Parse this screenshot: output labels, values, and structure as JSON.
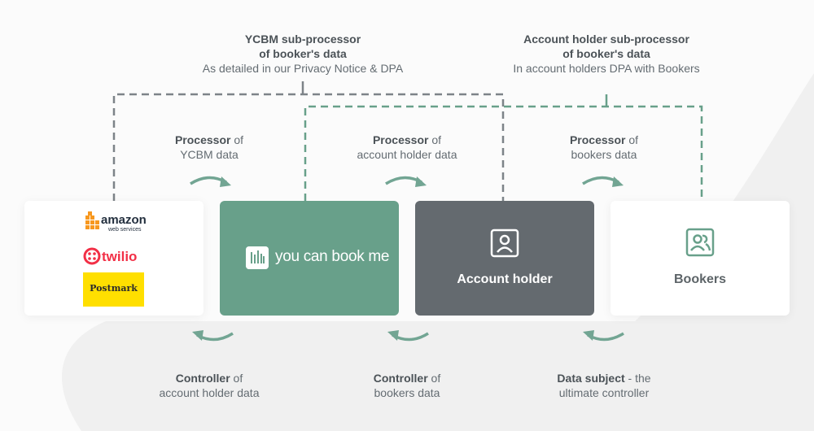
{
  "top_labels": {
    "ycbm_subprocessor": {
      "title_line1": "YCBM sub-processor",
      "title_line2": "of booker's data",
      "subtitle": "As detailed in our Privacy Notice & DPA"
    },
    "account_holder_subprocessor": {
      "title_line1": "Account holder sub-processor",
      "title_line2": "of booker's data",
      "subtitle": "In account holders DPA with Bookers"
    }
  },
  "processor_labels": [
    {
      "bold": "Processor",
      "rest": " of",
      "line2": "YCBM data"
    },
    {
      "bold": "Processor",
      "rest": " of",
      "line2": "account holder data"
    },
    {
      "bold": "Processor",
      "rest": " of",
      "line2": "bookers data"
    }
  ],
  "controller_labels": [
    {
      "bold": "Controller",
      "rest": " of",
      "line2": "account holder data"
    },
    {
      "bold": "Controller",
      "rest": " of",
      "line2": "bookers data"
    },
    {
      "bold": "Data subject",
      "rest": " - the",
      "line2": "ultimate controller"
    }
  ],
  "boxes": {
    "vendors": {
      "amazon_line1": "amazon",
      "amazon_line2": "web services",
      "twilio": "twilio",
      "postmark": "Postmark"
    },
    "ycbm": {
      "logo_text": "you can book me"
    },
    "account_holder": {
      "title": "Account holder"
    },
    "bookers": {
      "title": "Bookers"
    }
  },
  "colors": {
    "green": "#68a08a",
    "dark": "#646a6f",
    "dashed_grey": "#7d8388",
    "dashed_green": "#68a08a",
    "arrow": "#72a593",
    "twilio_red": "#f22f46",
    "amazon_orange": "#f7981f",
    "postmark_yellow": "#ffdf00"
  }
}
